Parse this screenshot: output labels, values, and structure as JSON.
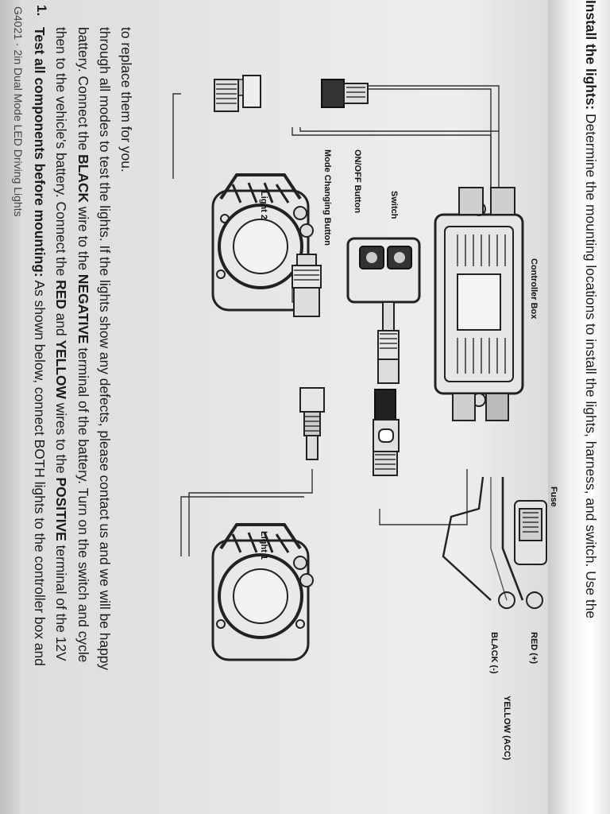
{
  "header": {
    "text": "G4021 · 2in Dual Mode LED Driving Lights"
  },
  "step1": {
    "number": "1.",
    "line1_bold": "Test all components before mounting:",
    "line1_rest": " As shown below, connect BOTH lights to the controller box and",
    "line2_a": "then to the vehicle's battery. Connect the ",
    "line2_red": "RED",
    "line2_b": " and ",
    "line2_yellow": "YELLOW",
    "line2_c": " wires to the ",
    "line2_positive": "POSITIVE",
    "line2_d": " terminal of the 12V",
    "line3_a": "battery. Connect the ",
    "line3_black": "BLACK",
    "line3_b": " wire to the ",
    "line3_negative": "NEGATIVE",
    "line3_c": " terminal of the battery. Turn on the switch and cycle",
    "line4": "through all modes to test the lights. If the lights show any defects, please contact us and we will be happy",
    "line5": "to replace them for you."
  },
  "diagram": {
    "light1": "Light 1",
    "light2": "Light 2",
    "mode_button": "Mode Changing  Button",
    "onoff_button": "ON/OFF Button",
    "switch": "Switch",
    "controller": "Controller Box",
    "fuse": "Fuse",
    "black": "BLACK (-)",
    "yellow": "YELLOW (ACC)",
    "red": "RED (+)"
  },
  "step2": {
    "bold": "Install the lights:",
    "rest": " Determine the mounting locations to install the lights, harness, and switch. Use the"
  }
}
